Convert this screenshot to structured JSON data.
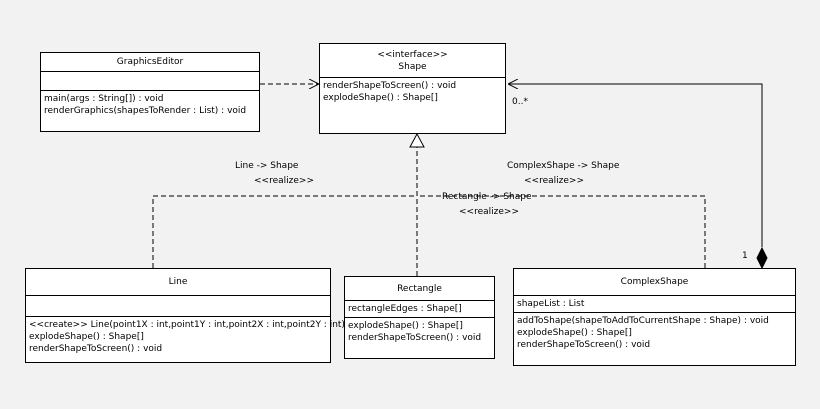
{
  "classes": {
    "graphics_editor": {
      "name": "GraphicsEditor",
      "methods": [
        "main(args : String[]) : void",
        "renderGraphics(shapesToRender : List) : void"
      ]
    },
    "shape": {
      "stereotype": "<<interface>>",
      "name": "Shape",
      "methods": [
        "renderShapeToScreen() : void",
        "explodeShape() : Shape[]"
      ]
    },
    "line": {
      "name": "Line",
      "methods": [
        "<<create>> Line(point1X : int,point1Y : int,point2X : int,point2Y : int)",
        "explodeShape() : Shape[]",
        "renderShapeToScreen() : void"
      ]
    },
    "rectangle": {
      "name": "Rectangle",
      "attributes": [
        "rectangleEdges : Shape[]"
      ],
      "methods": [
        "explodeShape() : Shape[]",
        "renderShapeToScreen() : void"
      ]
    },
    "complex_shape": {
      "name": "ComplexShape",
      "attributes": [
        "shapeList : List"
      ],
      "methods": [
        "addToShape(shapeToAddToCurrentShape : Shape) : void",
        "explodeShape() : Shape[]",
        "renderShapeToScreen() : void"
      ]
    }
  },
  "labels": {
    "line_realize_name": "Line -> Shape",
    "line_realize_stereo": "<<realize>>",
    "complex_realize_name": "ComplexShape -> Shape",
    "complex_realize_stereo": "<<realize>>",
    "rect_realize_name": "Rectangle -> Shape",
    "rect_realize_stereo": "<<realize>>",
    "mult_many": "0..*",
    "mult_one": "1"
  }
}
